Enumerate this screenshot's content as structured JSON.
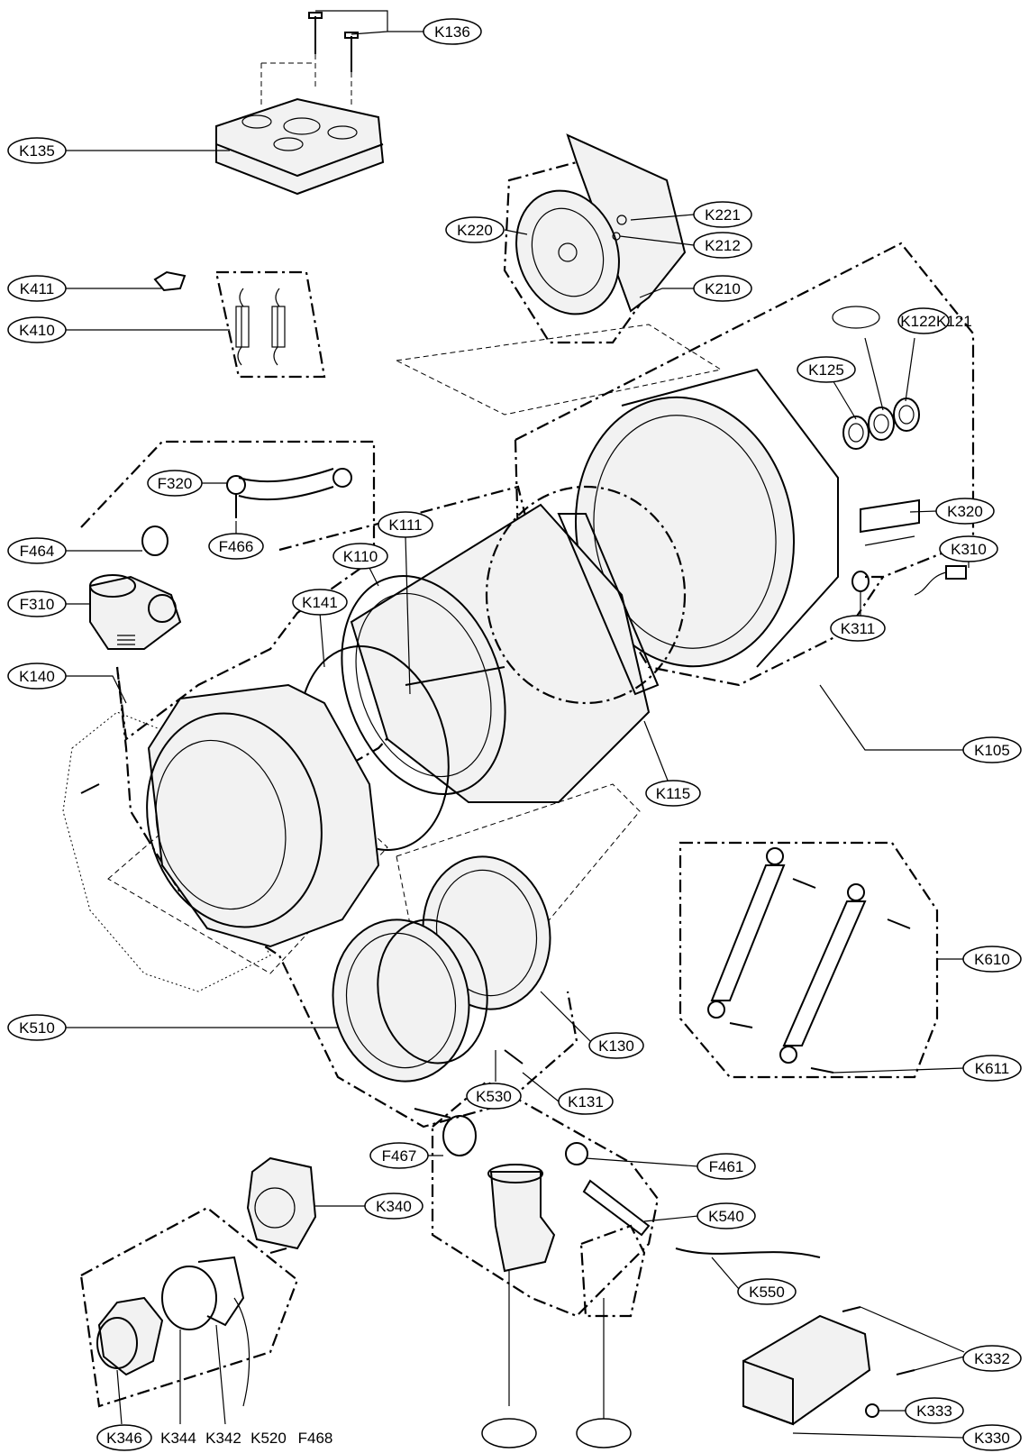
{
  "labels": {
    "K136": "K136",
    "K135": "K135",
    "K221": "K221",
    "K220": "K220",
    "K212": "K212",
    "K210": "K210",
    "K411": "K411",
    "K410": "K410",
    "K122K121": "K122K121",
    "K125": "K125",
    "F320": "F320",
    "K111": "K111",
    "K110": "K110",
    "K320": "K320",
    "F464": "F464",
    "F466": "F466",
    "K310": "K310",
    "F310": "F310",
    "K141": "K141",
    "K311": "K311",
    "K140": "K140",
    "K105": "K105",
    "K115": "K115",
    "K610": "K610",
    "K510": "K510",
    "K130": "K130",
    "K611": "K611",
    "K530": "K530",
    "K131": "K131",
    "F467": "F467",
    "F461": "F461",
    "K340": "K340",
    "K540": "K540",
    "K550": "K550",
    "K332": "K332",
    "K333": "K333",
    "K330": "K330",
    "K346": "K346",
    "K344": "K344",
    "K342": "K342",
    "K520": "K520",
    "F468": "F468"
  }
}
